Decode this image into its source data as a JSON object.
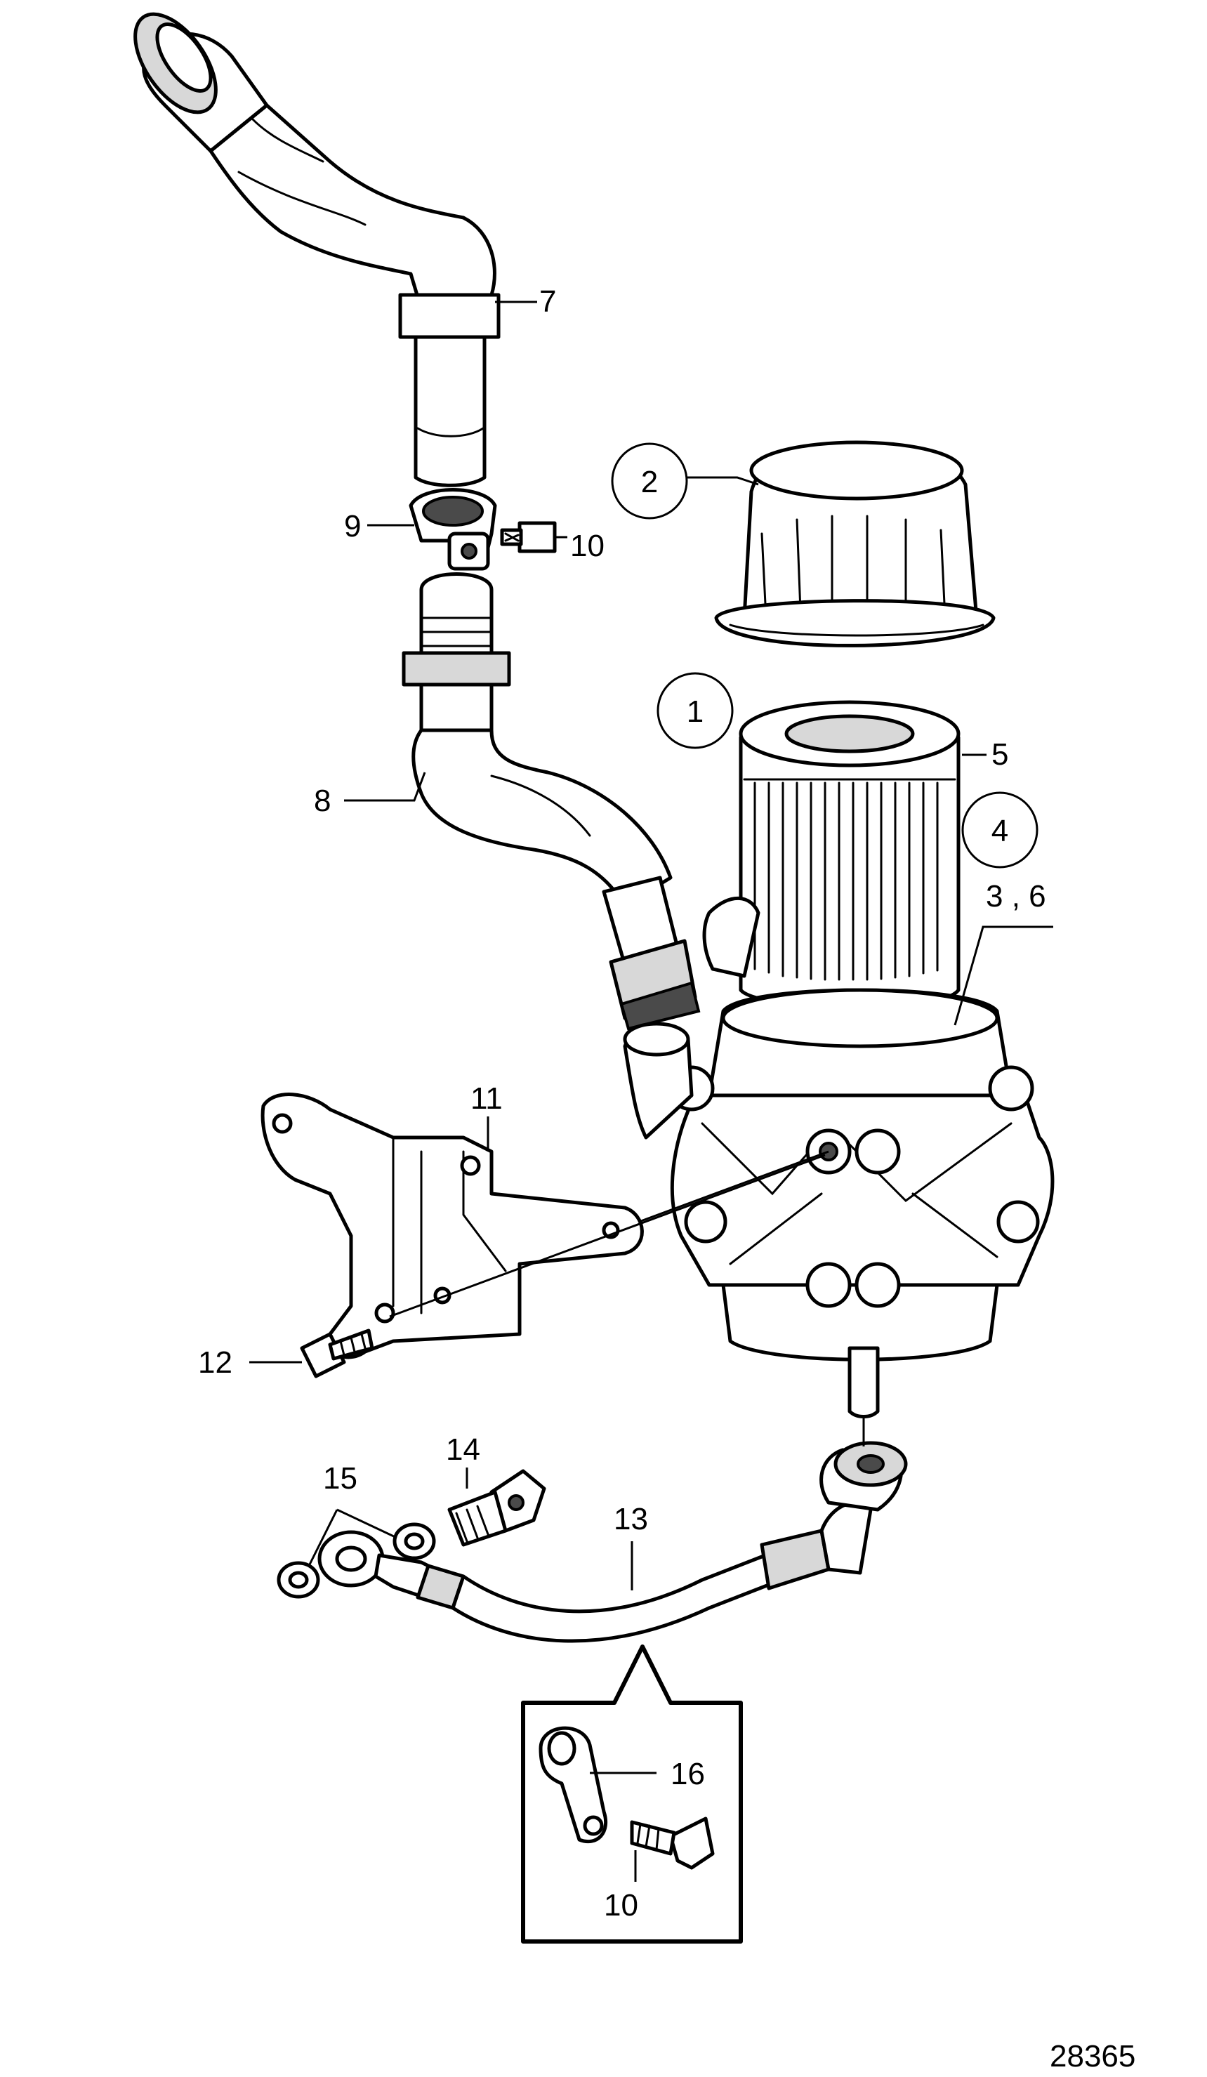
{
  "labels": {
    "p1": "1",
    "p2": "2",
    "p3_6": "3 , 6",
    "p4": "4",
    "p5": "5",
    "p7": "7",
    "p8": "8",
    "p9": "9",
    "p10a": "10",
    "p10b": "10",
    "p11": "11",
    "p12": "12",
    "p13": "13",
    "p14": "14",
    "p15": "15",
    "p16": "16"
  },
  "figure_number": "28365"
}
